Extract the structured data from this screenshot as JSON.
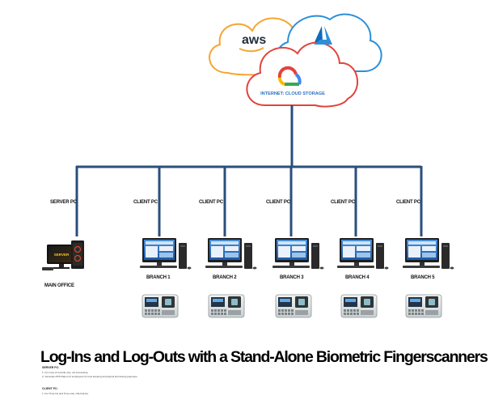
{
  "cloud": {
    "aws_label": "aws",
    "gcp_label": "INTERNET: CLOUD STORAGE",
    "colors": {
      "aws": "#f6a531",
      "azure": "#2c8fd8",
      "gcp": "#e2443c",
      "network": "#2a4f7c"
    }
  },
  "server": {
    "label": "SERVER PC",
    "screen_text": "SERVER",
    "caption": "MAIN OFFICE"
  },
  "client_label": "CLIENT PC",
  "branches": [
    {
      "name": "BRANCH 1"
    },
    {
      "name": "BRANCH 2"
    },
    {
      "name": "BRANCH 3"
    },
    {
      "name": "BRANCH 4"
    },
    {
      "name": "BRANCH 5"
    }
  ],
  "title": "Log-Ins and Log-Outs with a Stand-Alone Biometric Fingerscanners",
  "notes": {
    "server_heading": "SERVER PC:",
    "server_lines": [
      "1. For copy of records only, not processing",
      "2. Generate DTR Report of employees for time keeping and payroll processing purposes."
    ],
    "client_heading": "CLIENT PC:",
    "client_lines": [
      "1. For Time-Ins and Time-outs, Client Entry"
    ]
  }
}
